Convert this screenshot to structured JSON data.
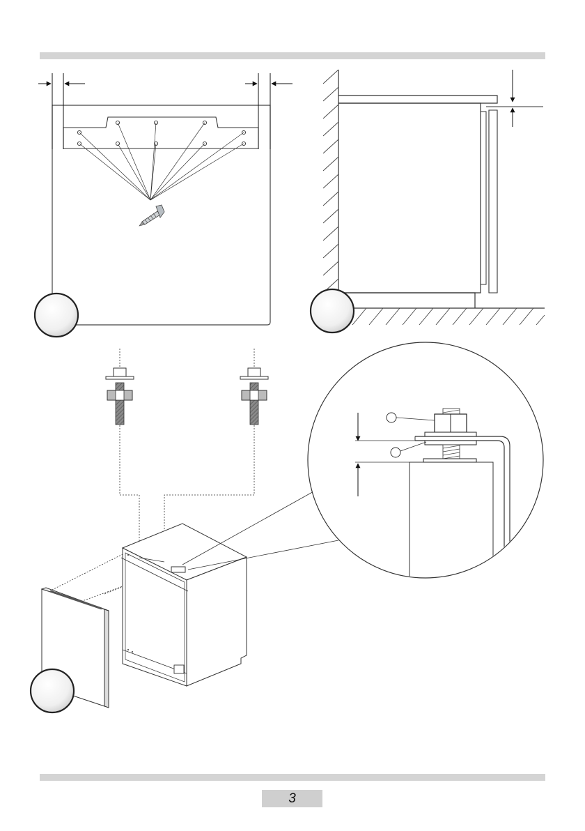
{
  "page": {
    "page_number": "3"
  },
  "figures": [
    {
      "id": "fig-a",
      "label": ""
    },
    {
      "id": "fig-b",
      "label": ""
    },
    {
      "id": "fig-c",
      "label": ""
    },
    {
      "id": "fig-d",
      "label": ""
    }
  ],
  "colors": {
    "rule": "#d4d4d4",
    "line": "#333333",
    "hatch": "#555555",
    "bolt_fill": "#9a9a9a"
  },
  "icons": [
    "screw-icon",
    "bolt-icon",
    "nut-icon",
    "washer-icon",
    "arrow-icon"
  ]
}
